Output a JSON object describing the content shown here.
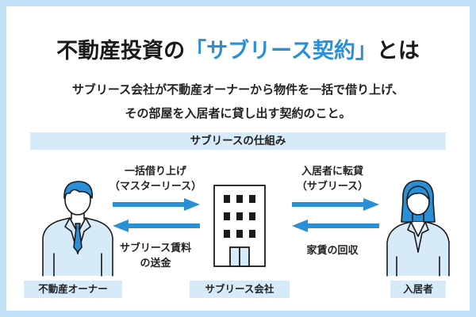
{
  "title": {
    "pre": "不動産投資の",
    "accent": "「サブリース契約」",
    "post": "とは"
  },
  "description": {
    "line1": "サブリース会社が不動産オーナーから物件を一括で借り上げ、",
    "line2": "その部屋を入居者に貸し出す契約のこと。"
  },
  "diagram": {
    "header": "サブリースの仕組み",
    "owner_label": "不動産オーナー",
    "company_label": "サブリース会社",
    "tenant_label": "入居者",
    "flow_left_top": {
      "line1": "一括借り上げ",
      "line2": "（マスターリース）"
    },
    "flow_left_bottom": {
      "line1": "サブリース賃料",
      "line2": "の送金"
    },
    "flow_right_top": {
      "line1": "入居者に転貸",
      "line2": "（サブリース）"
    },
    "flow_right_bottom": {
      "line1": "家賃の回収"
    }
  },
  "colors": {
    "accent": "#2a8fd4",
    "frame": "#c2e1f6",
    "band": "#d6eaf8",
    "figure_fill": "#d6eaf8",
    "outline": "#1a1a1a"
  }
}
